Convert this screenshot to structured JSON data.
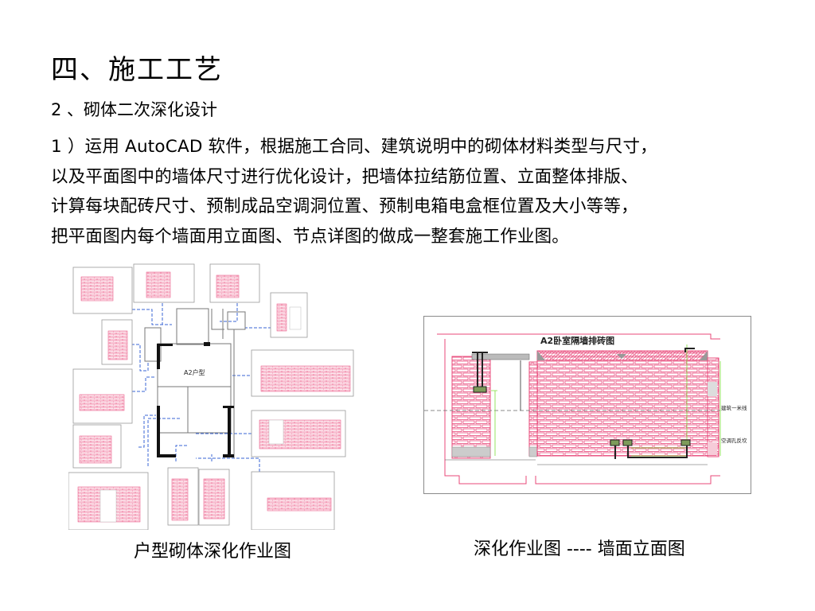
{
  "slide": {
    "title": "四、施工工艺",
    "subtitle": "2 、砌体二次深化设计",
    "body_lines": [
      "1 ）运用 AutoCAD 软件，根据施工合同、建筑说明中的砌体材料类型与尺寸，",
      "以及平面图中的墙体尺寸进行优化设计，把墙体拉结筋位置、立面整体排版、",
      "计算每块配砖尺寸、预制成品空调洞位置、预制电箱电盒框位置及大小等等，",
      "把平面图内每个墙面用立面图、节点详图的做成一整套施工作业图。"
    ]
  },
  "figures": {
    "left": {
      "caption": "户型砌体深化作业图",
      "plan_label": "A2户型"
    },
    "right": {
      "caption": "深化作业图 ---- 墙面立面图",
      "drawing_title": "A2卧室隔墙排砖图",
      "annotation_1": "建筑一米线",
      "annotation_2": "空调孔反坎"
    }
  },
  "colors": {
    "brick_line": "#e8497a",
    "brick_fill": "#fde9ef",
    "dim_green": "#7ddc3a",
    "leader_blue": "#3a66d6",
    "frame_gray": "#8a8a8a"
  }
}
